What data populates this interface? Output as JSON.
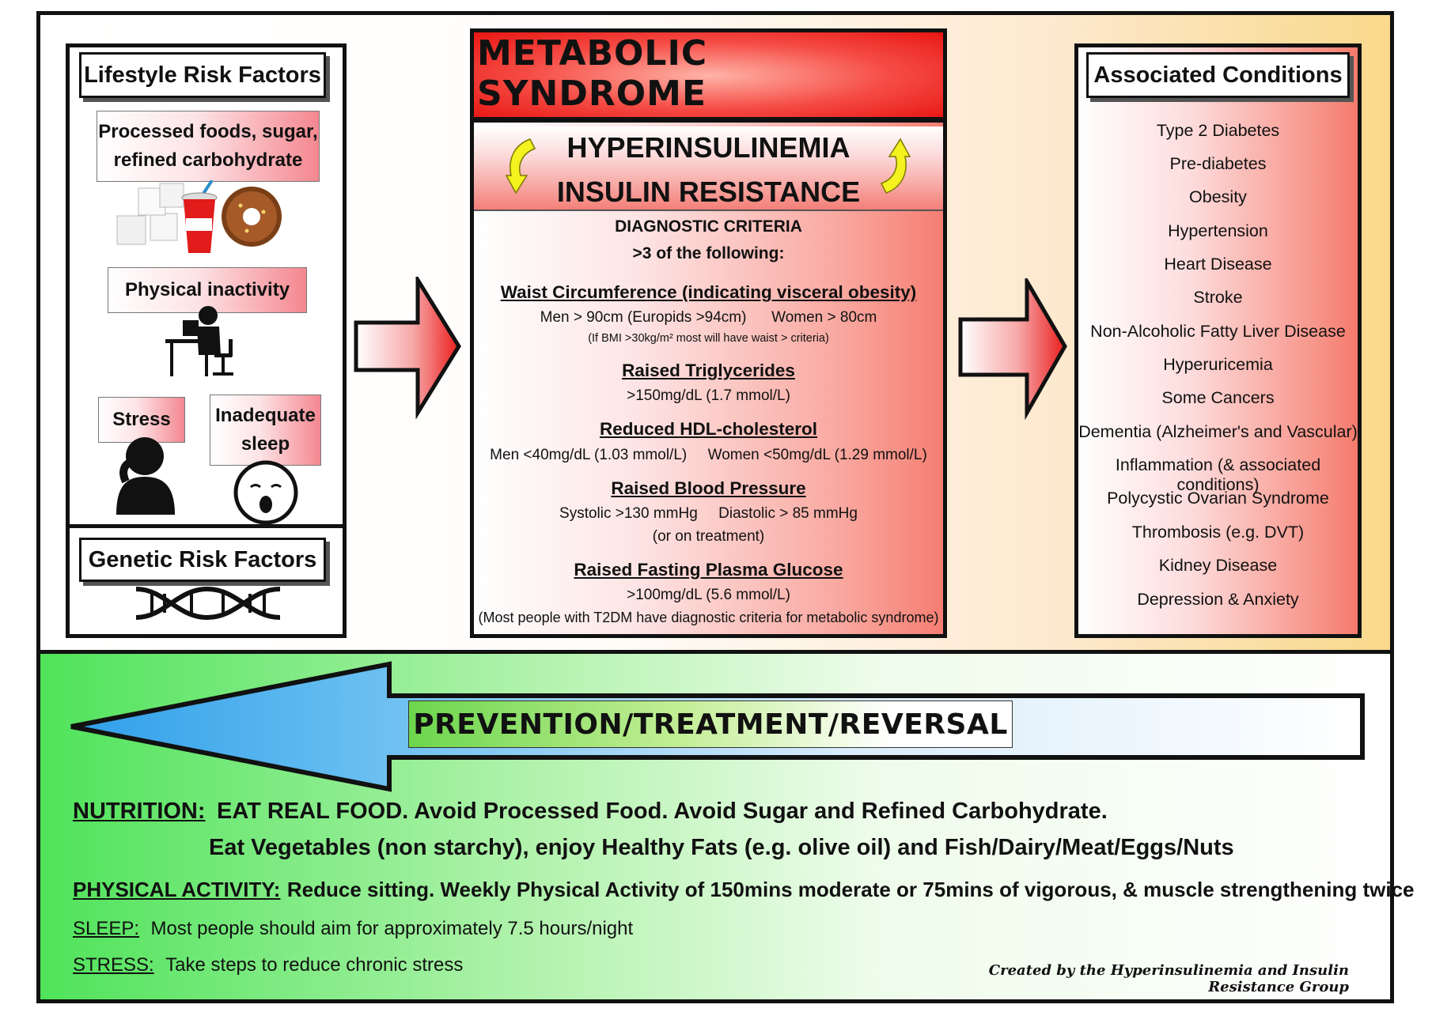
{
  "lifestyle": {
    "title": "Lifestyle Risk Factors",
    "processed": [
      "Processed foods, sugar,",
      "refined carbohydrate"
    ],
    "inactivity": "Physical inactivity",
    "stress": "Stress",
    "sleep": [
      "Inadequate",
      "sleep"
    ]
  },
  "genetic": {
    "title": "Genetic Risk Factors"
  },
  "center": {
    "title": "METABOLIC SYNDROME",
    "band": [
      "HYPERINSULINEMIA",
      "INSULIN RESISTANCE"
    ],
    "diag_title": "DIAGNOSTIC CRITERIA",
    "diag_sub": ">3 of the following:",
    "criteria": [
      {
        "title": "Waist Circumference (indicating visceral obesity)",
        "lines": [
          "Men > 90cm (Europids >94cm)      Women > 80cm"
        ],
        "note": "(If BMI >30kg/m² most will have waist > criteria)"
      },
      {
        "title": "Raised Triglycerides",
        "lines": [
          ">150mg/dL (1.7 mmol/L)"
        ]
      },
      {
        "title": "Reduced HDL-cholesterol",
        "lines": [
          "Men <40mg/dL (1.03 mmol/L)     Women <50mg/dL (1.29 mmol/L)"
        ]
      },
      {
        "title": "Raised Blood Pressure",
        "lines": [
          "Systolic >130 mmHg     Diastolic > 85 mmHg",
          "(or on treatment)"
        ]
      },
      {
        "title": "Raised Fasting Plasma Glucose",
        "lines": [
          ">100mg/dL  (5.6 mmol/L)",
          "(Most people with T2DM have diagnostic criteria for metabolic syndrome)"
        ]
      }
    ]
  },
  "associated": {
    "title": "Associated Conditions",
    "items": [
      "Type 2 Diabetes",
      "Pre-diabetes",
      "Obesity",
      "Hypertension",
      "Heart Disease",
      "Stroke",
      "Non-Alcoholic Fatty Liver Disease",
      "Hyperuricemia",
      "Some Cancers",
      "Dementia (Alzheimer's and Vascular)",
      "Inflammation (& associated conditions)",
      "Polycystic Ovarian Syndrome",
      "Thrombosis (e.g. DVT)",
      "Kidney Disease",
      "Depression & Anxiety"
    ]
  },
  "prevention": {
    "title": "PREVENTION/TREATMENT/REVERSAL",
    "nutrition_label": "NUTRITION:",
    "nutrition_1": "EAT REAL FOOD. Avoid Processed Food. Avoid Sugar and Refined Carbohydrate.",
    "nutrition_2": "Eat Vegetables (non starchy), enjoy Healthy Fats (e.g. olive oil) and Fish/Dairy/Meat/Eggs/Nuts",
    "activity_label": "PHYSICAL ACTIVITY:",
    "activity_text": "Reduce sitting. Weekly Physical Activity of 150mins moderate or 75mins of vigorous, & muscle strengthening twice",
    "sleep_label": "SLEEP:",
    "sleep_text": "Most people should aim for approximately 7.5 hours/night",
    "stress_label": "STRESS:",
    "stress_text": "Take steps to reduce chronic stress",
    "credit": "Created by the Hyperinsulinemia and Insulin Resistance Group"
  },
  "colors": {
    "accent_red": "#e81613",
    "arrow_blue": "#3aa8ee",
    "band_green": "#4fe35a",
    "cycle_yellow": "#f4f21f"
  }
}
